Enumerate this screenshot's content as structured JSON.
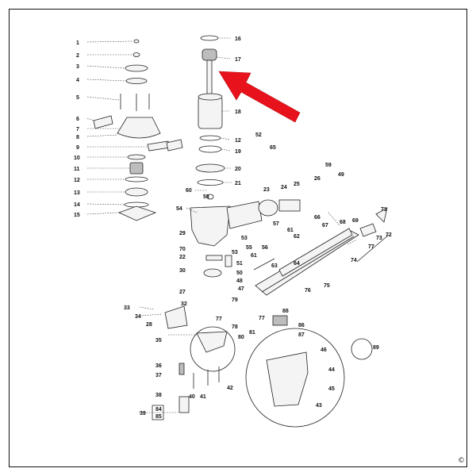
{
  "callouts": {
    "c1": "1",
    "c2": "2",
    "c3": "3",
    "c4": "4",
    "c5": "5",
    "c6": "6",
    "c7": "7",
    "c8": "8",
    "c9": "9",
    "c10": "10",
    "c11": "11",
    "c12": "12",
    "c13": "13",
    "c14": "14",
    "c15": "15",
    "c16": "16",
    "c17": "17",
    "c18": "18",
    "c12b": "12",
    "c19": "19",
    "c20": "20",
    "c21": "21",
    "c52": "52",
    "c65": "65",
    "c60": "60",
    "c58": "58",
    "c23": "23",
    "c24": "24",
    "c25": "25",
    "c26": "26",
    "c59": "59",
    "c49": "49",
    "c54": "54",
    "c29": "29",
    "c53": "53",
    "c57": "57",
    "c55": "55",
    "c56": "56",
    "c61": "61",
    "c62": "62",
    "c61b": "61",
    "c66": "66",
    "c67": "67",
    "c68": "68",
    "c69": "69",
    "c71": "71",
    "c72": "72",
    "c73": "73",
    "c77": "77",
    "c74": "74",
    "c70": "70",
    "c22": "22",
    "c53b": "53",
    "c51": "51",
    "c64": "64",
    "c30": "30",
    "c50": "50",
    "c48": "48",
    "c63": "63",
    "c47": "47",
    "c27": "27",
    "c79": "79",
    "c75": "75",
    "c76": "76",
    "c33": "33",
    "c32": "32",
    "c34": "34",
    "c28": "28",
    "c77b": "77",
    "c77c": "77",
    "c88": "88",
    "c86": "86",
    "c87": "87",
    "c78": "78",
    "c80": "80",
    "c81": "81",
    "c35": "35",
    "c89": "89",
    "c46": "46",
    "c36": "36",
    "c37": "37",
    "c44": "44",
    "c40": "40",
    "c41": "41",
    "c42": "42",
    "c45": "45",
    "c38": "38",
    "c39": "39",
    "c84": "84",
    "c85": "85",
    "c43": "43"
  },
  "copyright": "©",
  "colors": {
    "arrow": "#e8121c",
    "ink": "#111111"
  }
}
